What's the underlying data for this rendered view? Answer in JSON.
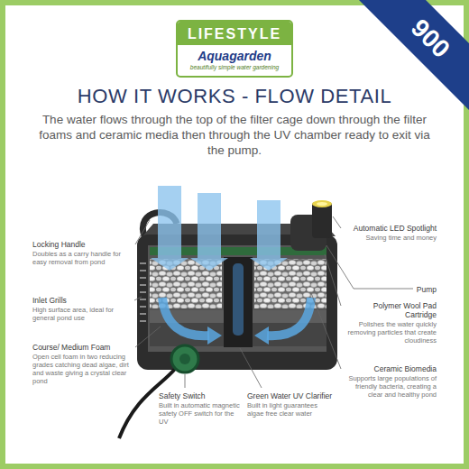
{
  "diagram": {
    "title": "HOW IT WORKS - FLOW DETAIL",
    "nodes": [
      {
        "text": [
          "LIFESTYLE",
          "Aquagarden",
          "beautifully simple water gardening"
        ]
      },
      {
        "text": [
          "900"
        ]
      }
    ],
    "labels": [
      "The water flows through the top of the filter cage down through the filter foams and ceramic media then through the UV chamber ready to exit via the pump.",
      "Locking Handle",
      "Doubles as a carry handle for easy removal from pond",
      "Inlet Grills",
      "High surface area, ideal for general pond use",
      "Course/ Medium Foam",
      "Open cell foam in two reducing grades catching dead algae, dirt and waste giving a crystal clear pond",
      "Safety Switch",
      "Built in automatic magnetic safety OFF switch for the UV",
      "Green Water UV Clarifier",
      "Built in light guarantees algae free clear water",
      "Automatic LED Spotlight",
      "Saving time and money",
      "Pump",
      "Polymer Wool Pad Cartridge",
      "Polishes the water quickly removing particles that create cloudiness",
      "Ceramic Biomedia",
      "Supports large populations of friendly bacteria, creating a clear and healthy pond"
    ]
  }
}
